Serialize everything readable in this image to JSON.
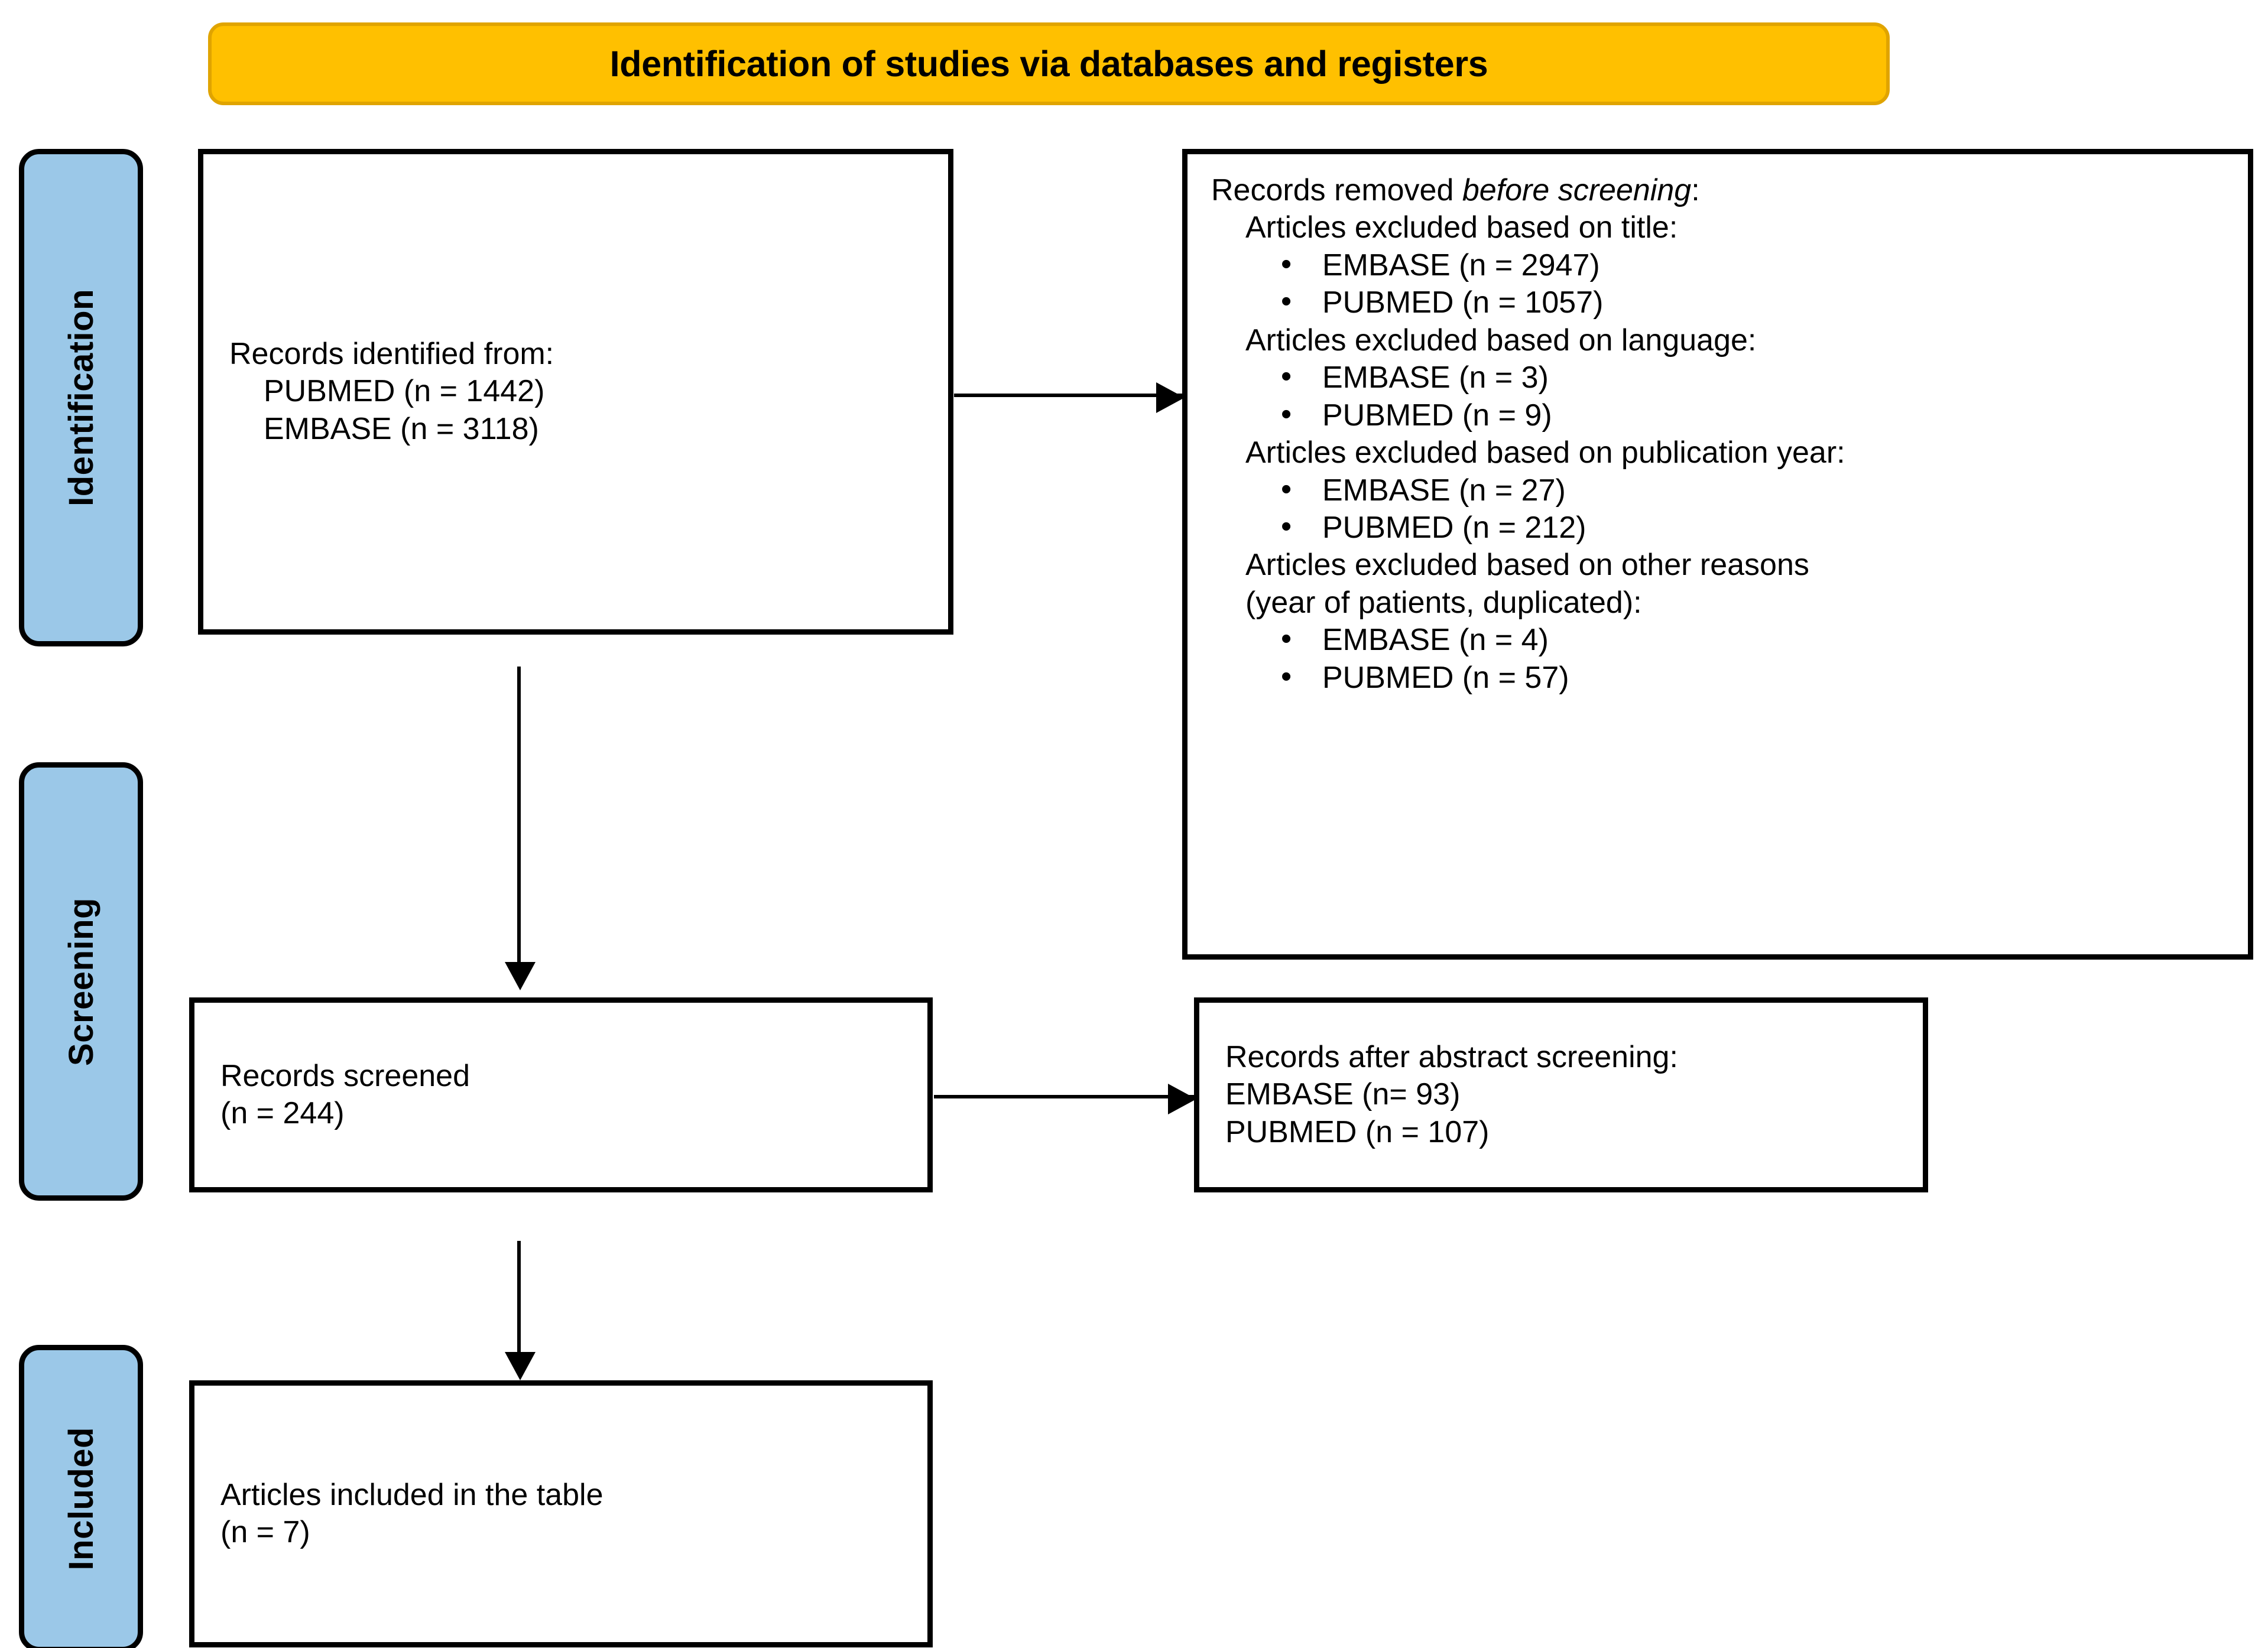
{
  "banner": {
    "title": "Identification of studies via databases and registers",
    "background_color": "#FFC000",
    "border_color": "#E0A400"
  },
  "stages": {
    "accent_color": "#9BC8E8",
    "items": [
      {
        "id": "identification",
        "label": "Identification"
      },
      {
        "id": "screening",
        "label": "Screening"
      },
      {
        "id": "included",
        "label": "Included"
      }
    ]
  },
  "boxes": {
    "identified": {
      "heading": "Records identified from:",
      "lines": [
        "PUBMED (n = 1442)",
        "EMBASE (n = 3118)"
      ]
    },
    "removed": {
      "heading_prefix": "Records removed ",
      "heading_italic": "before screening",
      "heading_suffix": ":",
      "groups": [
        {
          "label": "Articles excluded based on title:",
          "bullets": [
            "EMBASE (n = 2947)",
            "PUBMED (n = 1057)"
          ]
        },
        {
          "label": "Articles excluded based on language:",
          "bullets": [
            "EMBASE (n = 3)",
            "PUBMED (n = 9)"
          ]
        },
        {
          "label": "Articles excluded based on publication year:",
          "bullets": [
            "EMBASE (n = 27)",
            "PUBMED (n = 212)"
          ]
        },
        {
          "label": "Articles excluded based on other reasons",
          "label_line2": "(year of patients, duplicated):",
          "bullets": [
            "EMBASE (n = 4)",
            "PUBMED (n = 57)"
          ]
        }
      ]
    },
    "screened": {
      "heading": "Records screened",
      "count": "(n = 244)"
    },
    "after_abstract": {
      "heading": "Records after abstract screening:",
      "lines": [
        "EMBASE (n= 93)",
        "PUBMED (n = 107)"
      ]
    },
    "included": {
      "heading": "Articles included in the table",
      "count": "(n = 7)"
    }
  }
}
